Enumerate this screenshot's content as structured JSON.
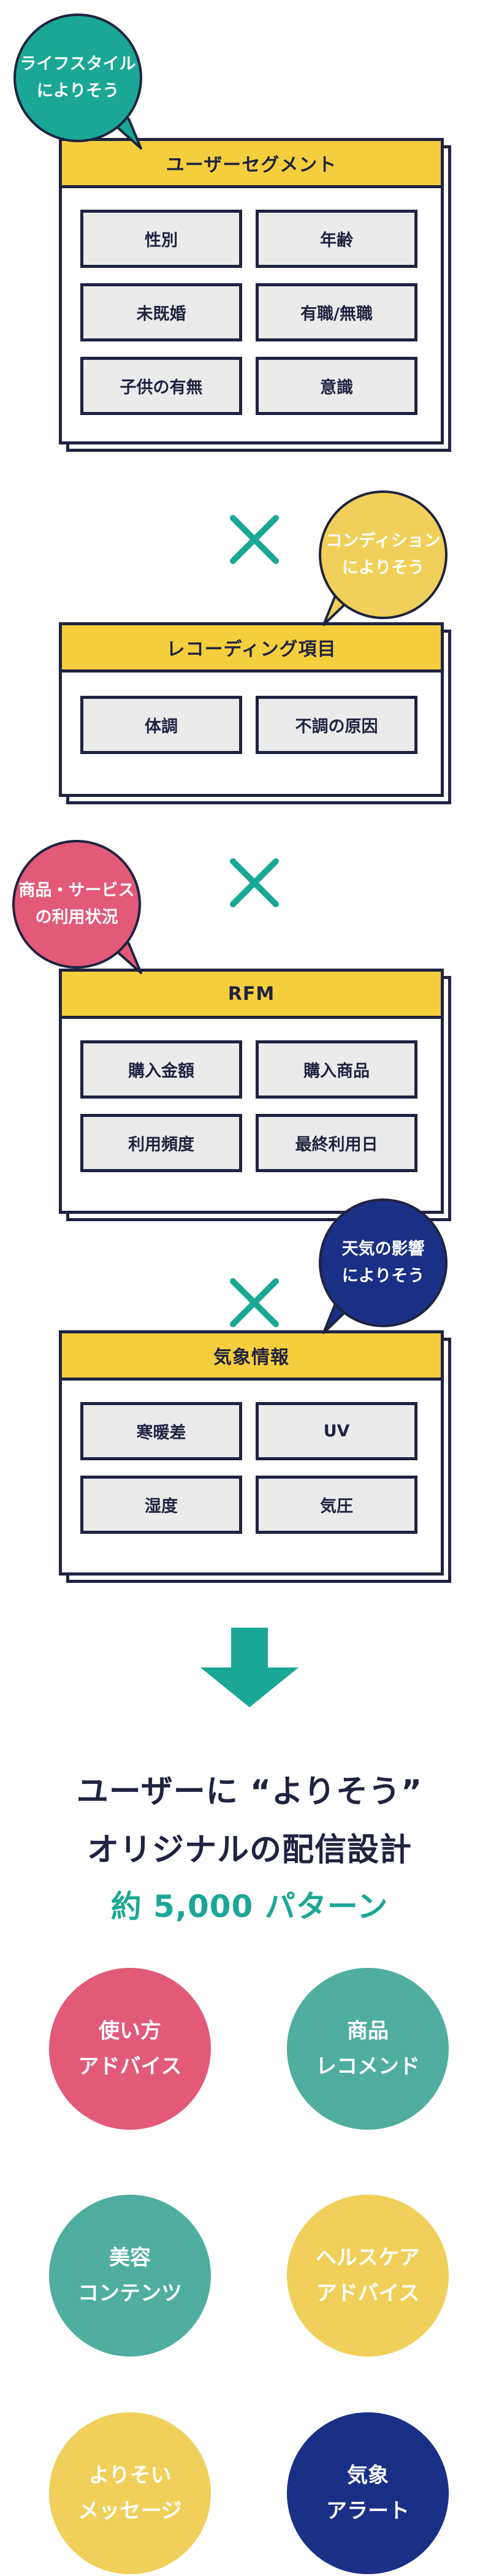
{
  "segments": [
    {
      "title": "ユーザーセグメント",
      "bubble": "ライフスタイル\nによりそう",
      "items": [
        "性別",
        "年齢",
        "未既婚",
        "有職/無職",
        "子供の有無",
        "意識"
      ]
    },
    {
      "title": "レコーディング項目",
      "bubble": "コンディション\nによりそう",
      "items": [
        "体調",
        "不調の原因"
      ]
    },
    {
      "title": "RFM",
      "bubble": "商品・サービス\nの利用状況",
      "items": [
        "購入金額",
        "購入商品",
        "利用頻度",
        "最終利用日"
      ]
    },
    {
      "title": "気象情報",
      "bubble": "天気の影響\nによりそう",
      "items": [
        "寒暖差",
        "UV",
        "湿度",
        "気圧"
      ]
    }
  ],
  "headline": {
    "line1": "ユーザーに “よりそう”",
    "line2": "オリジナルの配信設計",
    "line3": "約 5,000 パターン"
  },
  "results": [
    {
      "label": "使い方\nアドバイス"
    },
    {
      "label": "商品\nレコメンド"
    },
    {
      "label": "美容\nコンテンツ"
    },
    {
      "label": "ヘルスケア\nアドバイス"
    },
    {
      "label": "よりそい\nメッセージ"
    },
    {
      "label": "気象\nアラート"
    }
  ],
  "colors": {
    "navy": "#1f2340",
    "teal": "#1aa796",
    "yellow": "#f5ce3e",
    "pink": "#e25a78",
    "blue": "#1a2f86",
    "gray": "#ebebeb",
    "result_pink": "#e25a78",
    "result_teal": "#4fae9e",
    "result_yellow": "#f0d05a",
    "result_blue": "#1a2f86"
  }
}
